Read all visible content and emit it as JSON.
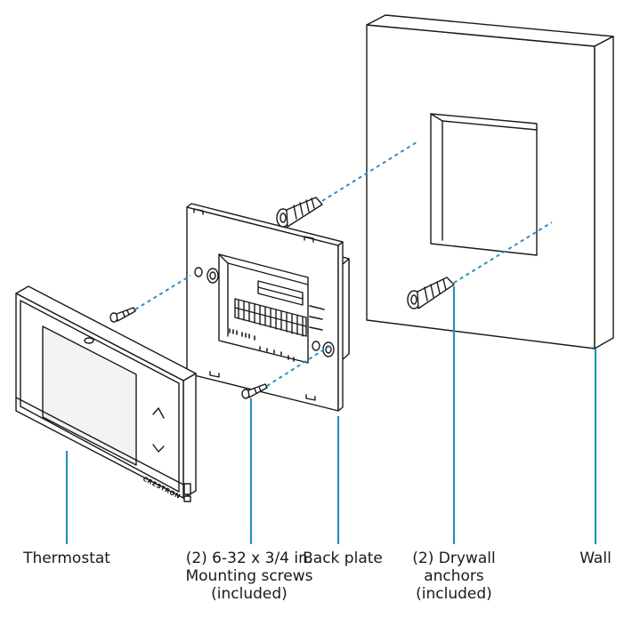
{
  "colors": {
    "stroke": "#1a1a1a",
    "leader": "#2a8fc0",
    "fill": "#ffffff",
    "screen": "#f3f3f3"
  },
  "device": {
    "brand": "CRESTRON"
  },
  "labels": {
    "thermostat": "Thermostat",
    "screws_line1": "(2) 6-32 x 3/4 in.",
    "screws_line2": "Mounting screws",
    "screws_line3": "(included)",
    "back_plate": "Back plate",
    "anchors_line1": "(2) Drywall",
    "anchors_line2": "anchors",
    "anchors_line3": "(included)",
    "wall": "Wall"
  }
}
